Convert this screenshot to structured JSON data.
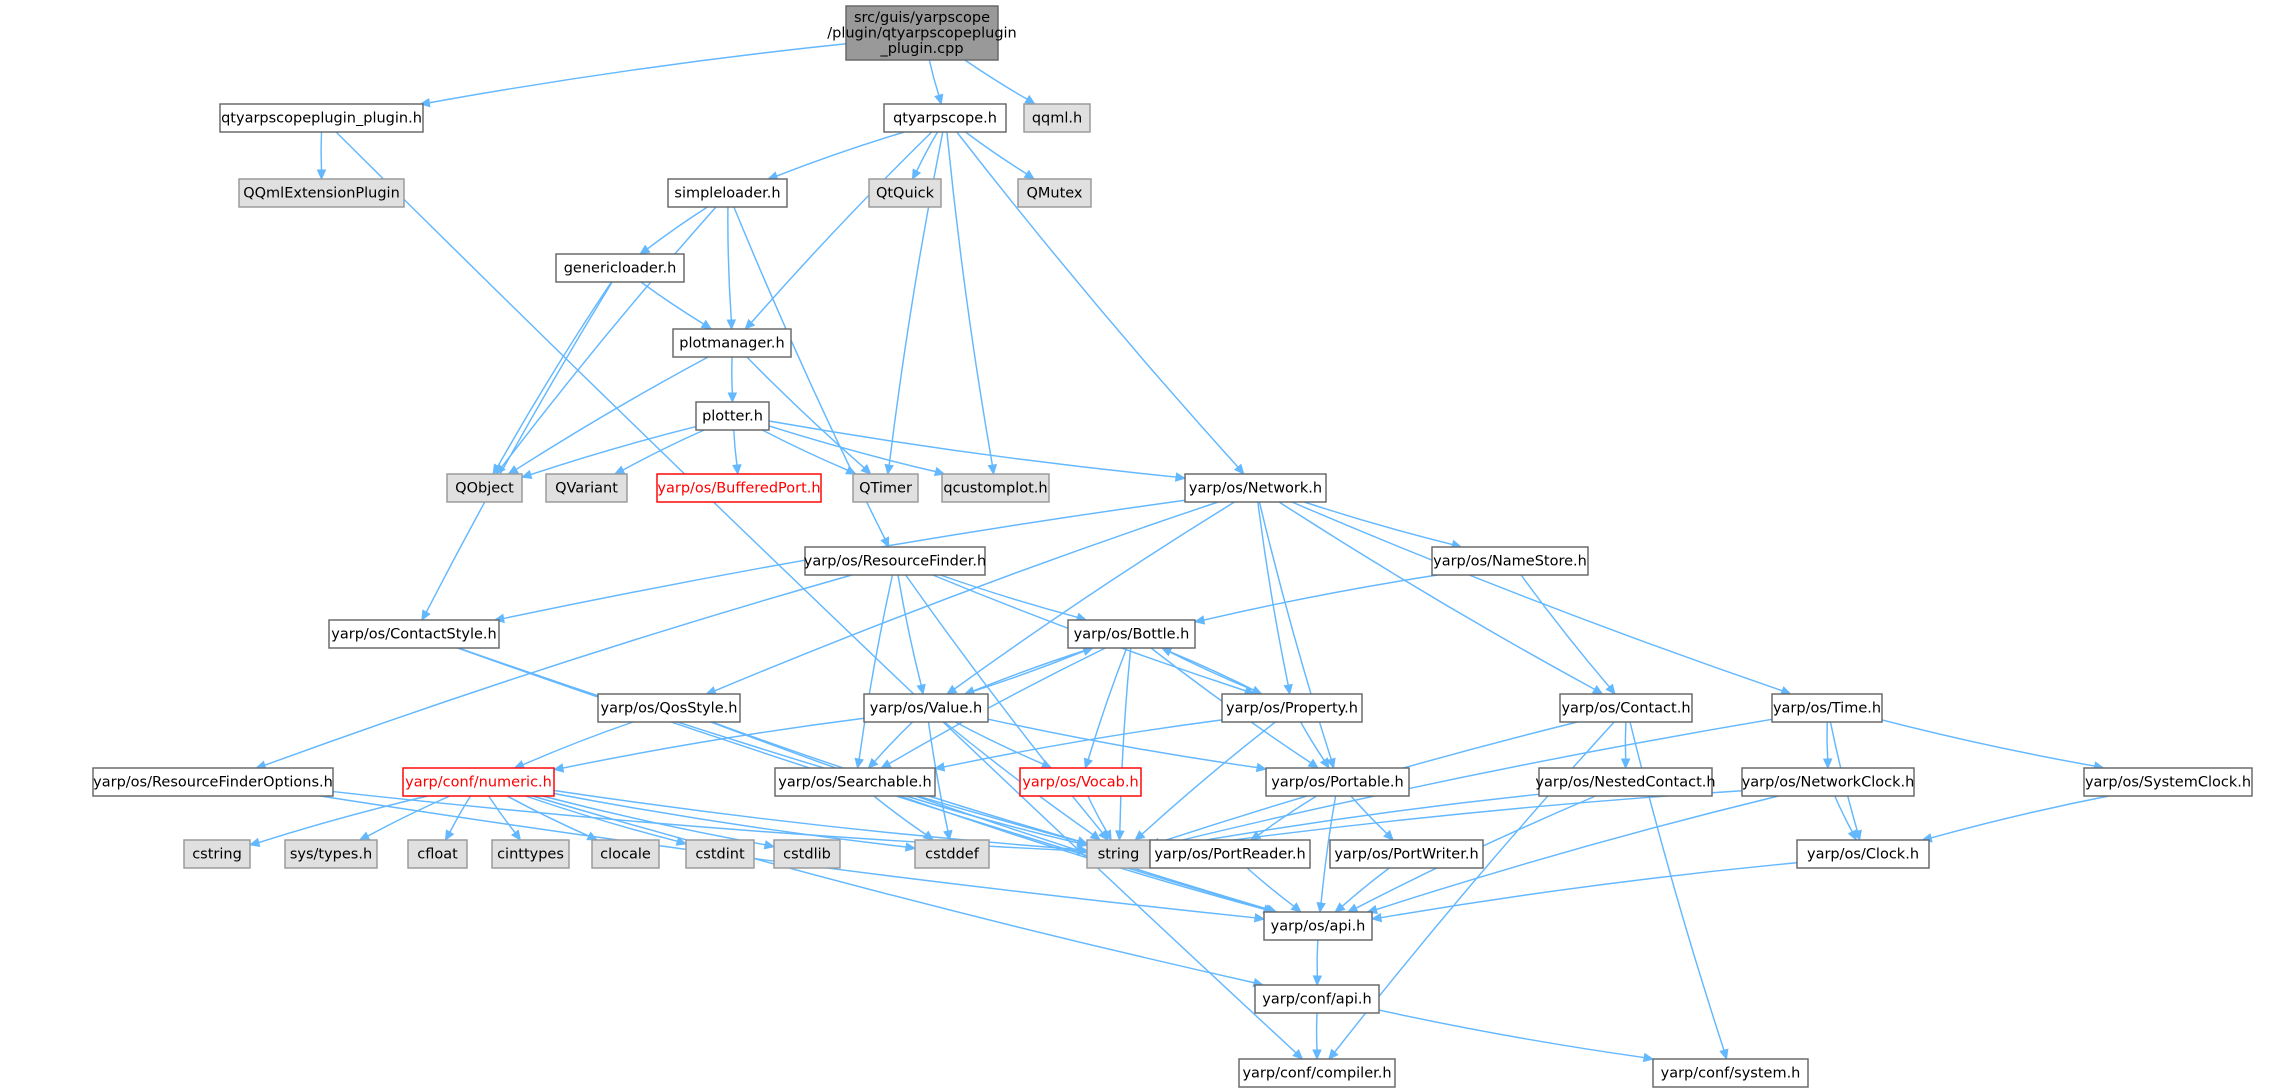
{
  "colors": {
    "edge": "#63b8ff",
    "root_fill": "#999999",
    "external_fill": "#e0e0e0",
    "missing_border": "#ff0000"
  },
  "nodes": [
    {
      "id": "root",
      "kind": "root",
      "lines": [
        "src/guis/yarpscope",
        "/plugin/qtyarpscopeplugin",
        "_plugin.cpp"
      ]
    },
    {
      "id": "qtyarpscopeplugin_plugin_h",
      "kind": "normal",
      "lines": [
        "qtyarpscopeplugin_plugin.h"
      ]
    },
    {
      "id": "qtyarpscope_h",
      "kind": "normal",
      "lines": [
        "qtyarpscope.h"
      ]
    },
    {
      "id": "qqml_h",
      "kind": "ext",
      "lines": [
        "qqml.h"
      ]
    },
    {
      "id": "QQmlExtensionPlugin",
      "kind": "ext",
      "lines": [
        "QQmlExtensionPlugin"
      ]
    },
    {
      "id": "simpleloader_h",
      "kind": "normal",
      "lines": [
        "simpleloader.h"
      ]
    },
    {
      "id": "QtQuick",
      "kind": "ext",
      "lines": [
        "QtQuick"
      ]
    },
    {
      "id": "QMutex",
      "kind": "ext",
      "lines": [
        "QMutex"
      ]
    },
    {
      "id": "genericloader_h",
      "kind": "normal",
      "lines": [
        "genericloader.h"
      ]
    },
    {
      "id": "plotmanager_h",
      "kind": "normal",
      "lines": [
        "plotmanager.h"
      ]
    },
    {
      "id": "plotter_h",
      "kind": "normal",
      "lines": [
        "plotter.h"
      ]
    },
    {
      "id": "QObject",
      "kind": "ext",
      "lines": [
        "QObject"
      ]
    },
    {
      "id": "QVariant",
      "kind": "ext",
      "lines": [
        "QVariant"
      ]
    },
    {
      "id": "BufferedPort_h",
      "kind": "red",
      "lines": [
        "yarp/os/BufferedPort.h"
      ]
    },
    {
      "id": "QTimer",
      "kind": "ext",
      "lines": [
        "QTimer"
      ]
    },
    {
      "id": "qcustomplot_h",
      "kind": "ext",
      "lines": [
        "qcustomplot.h"
      ]
    },
    {
      "id": "Network_h",
      "kind": "normal",
      "lines": [
        "yarp/os/Network.h"
      ]
    },
    {
      "id": "ResourceFinder_h",
      "kind": "normal",
      "lines": [
        "yarp/os/ResourceFinder.h"
      ]
    },
    {
      "id": "NameStore_h",
      "kind": "normal",
      "lines": [
        "yarp/os/NameStore.h"
      ]
    },
    {
      "id": "ContactStyle_h",
      "kind": "normal",
      "lines": [
        "yarp/os/ContactStyle.h"
      ]
    },
    {
      "id": "Bottle_h",
      "kind": "normal",
      "lines": [
        "yarp/os/Bottle.h"
      ]
    },
    {
      "id": "QosStyle_h",
      "kind": "normal",
      "lines": [
        "yarp/os/QosStyle.h"
      ]
    },
    {
      "id": "Value_h",
      "kind": "normal",
      "lines": [
        "yarp/os/Value.h"
      ]
    },
    {
      "id": "Property_h",
      "kind": "normal",
      "lines": [
        "yarp/os/Property.h"
      ]
    },
    {
      "id": "Contact_h",
      "kind": "normal",
      "lines": [
        "yarp/os/Contact.h"
      ]
    },
    {
      "id": "Time_h",
      "kind": "normal",
      "lines": [
        "yarp/os/Time.h"
      ]
    },
    {
      "id": "ResourceFinderOptions_h",
      "kind": "normal",
      "lines": [
        "yarp/os/ResourceFinderOptions.h"
      ]
    },
    {
      "id": "numeric_h",
      "kind": "red",
      "lines": [
        "yarp/conf/numeric.h"
      ]
    },
    {
      "id": "Searchable_h",
      "kind": "normal",
      "lines": [
        "yarp/os/Searchable.h"
      ]
    },
    {
      "id": "Vocab_h",
      "kind": "red",
      "lines": [
        "yarp/os/Vocab.h"
      ]
    },
    {
      "id": "Portable_h",
      "kind": "normal",
      "lines": [
        "yarp/os/Portable.h"
      ]
    },
    {
      "id": "NestedContact_h",
      "kind": "normal",
      "lines": [
        "yarp/os/NestedContact.h"
      ]
    },
    {
      "id": "NetworkClock_h",
      "kind": "normal",
      "lines": [
        "yarp/os/NetworkClock.h"
      ]
    },
    {
      "id": "SystemClock_h",
      "kind": "normal",
      "lines": [
        "yarp/os/SystemClock.h"
      ]
    },
    {
      "id": "cstring",
      "kind": "ext",
      "lines": [
        "cstring"
      ]
    },
    {
      "id": "sys_types_h",
      "kind": "ext",
      "lines": [
        "sys/types.h"
      ]
    },
    {
      "id": "cfloat",
      "kind": "ext",
      "lines": [
        "cfloat"
      ]
    },
    {
      "id": "cinttypes",
      "kind": "ext",
      "lines": [
        "cinttypes"
      ]
    },
    {
      "id": "clocale",
      "kind": "ext",
      "lines": [
        "clocale"
      ]
    },
    {
      "id": "cstdint",
      "kind": "ext",
      "lines": [
        "cstdint"
      ]
    },
    {
      "id": "cstdlib",
      "kind": "ext",
      "lines": [
        "cstdlib"
      ]
    },
    {
      "id": "cstddef",
      "kind": "ext",
      "lines": [
        "cstddef"
      ]
    },
    {
      "id": "string",
      "kind": "ext",
      "lines": [
        "string"
      ]
    },
    {
      "id": "PortReader_h",
      "kind": "normal",
      "lines": [
        "yarp/os/PortReader.h"
      ]
    },
    {
      "id": "PortWriter_h",
      "kind": "normal",
      "lines": [
        "yarp/os/PortWriter.h"
      ]
    },
    {
      "id": "Clock_h",
      "kind": "normal",
      "lines": [
        "yarp/os/Clock.h"
      ]
    },
    {
      "id": "os_api_h",
      "kind": "normal",
      "lines": [
        "yarp/os/api.h"
      ]
    },
    {
      "id": "conf_api_h",
      "kind": "normal",
      "lines": [
        "yarp/conf/api.h"
      ]
    },
    {
      "id": "compiler_h",
      "kind": "normal",
      "lines": [
        "yarp/conf/compiler.h"
      ]
    },
    {
      "id": "system_h",
      "kind": "normal",
      "lines": [
        "yarp/conf/system.h"
      ]
    }
  ],
  "edges": [
    [
      "root",
      "qtyarpscopeplugin_plugin_h"
    ],
    [
      "root",
      "qtyarpscope_h"
    ],
    [
      "root",
      "qqml_h"
    ],
    [
      "qtyarpscopeplugin_plugin_h",
      "QQmlExtensionPlugin"
    ],
    [
      "qtyarpscopeplugin_plugin_h",
      "compiler_h"
    ],
    [
      "qtyarpscope_h",
      "simpleloader_h"
    ],
    [
      "qtyarpscope_h",
      "QtQuick"
    ],
    [
      "qtyarpscope_h",
      "QMutex"
    ],
    [
      "qtyarpscope_h",
      "plotmanager_h"
    ],
    [
      "qtyarpscope_h",
      "QTimer"
    ],
    [
      "qtyarpscope_h",
      "qcustomplot_h"
    ],
    [
      "qtyarpscope_h",
      "Network_h"
    ],
    [
      "simpleloader_h",
      "genericloader_h"
    ],
    [
      "simpleloader_h",
      "plotmanager_h"
    ],
    [
      "simpleloader_h",
      "QObject"
    ],
    [
      "simpleloader_h",
      "ResourceFinder_h"
    ],
    [
      "genericloader_h",
      "plotmanager_h"
    ],
    [
      "genericloader_h",
      "QObject"
    ],
    [
      "genericloader_h",
      "ContactStyle_h"
    ],
    [
      "plotmanager_h",
      "plotter_h"
    ],
    [
      "plotmanager_h",
      "QObject"
    ],
    [
      "plotmanager_h",
      "QTimer"
    ],
    [
      "plotter_h",
      "QObject"
    ],
    [
      "plotter_h",
      "QVariant"
    ],
    [
      "plotter_h",
      "BufferedPort_h"
    ],
    [
      "plotter_h",
      "QTimer"
    ],
    [
      "plotter_h",
      "qcustomplot_h"
    ],
    [
      "plotter_h",
      "Network_h"
    ],
    [
      "Network_h",
      "ContactStyle_h"
    ],
    [
      "Network_h",
      "QosStyle_h"
    ],
    [
      "Network_h",
      "Value_h"
    ],
    [
      "Network_h",
      "Property_h"
    ],
    [
      "Network_h",
      "Portable_h"
    ],
    [
      "Network_h",
      "NameStore_h"
    ],
    [
      "Network_h",
      "Contact_h"
    ],
    [
      "Network_h",
      "Time_h"
    ],
    [
      "ResourceFinder_h",
      "ResourceFinderOptions_h"
    ],
    [
      "ResourceFinder_h",
      "Bottle_h"
    ],
    [
      "ResourceFinder_h",
      "Value_h"
    ],
    [
      "ResourceFinder_h",
      "Searchable_h"
    ],
    [
      "ResourceFinder_h",
      "Property_h"
    ],
    [
      "ResourceFinder_h",
      "string"
    ],
    [
      "NameStore_h",
      "Bottle_h"
    ],
    [
      "NameStore_h",
      "Contact_h"
    ],
    [
      "ContactStyle_h",
      "os_api_h"
    ],
    [
      "ContactStyle_h",
      "string"
    ],
    [
      "Bottle_h",
      "Value_h"
    ],
    [
      "Bottle_h",
      "Property_h"
    ],
    [
      "Bottle_h",
      "Searchable_h"
    ],
    [
      "Bottle_h",
      "Vocab_h"
    ],
    [
      "Bottle_h",
      "Portable_h"
    ],
    [
      "Bottle_h",
      "string"
    ],
    [
      "Value_h",
      "Bottle_h"
    ],
    [
      "Value_h",
      "numeric_h"
    ],
    [
      "Value_h",
      "Searchable_h"
    ],
    [
      "Value_h",
      "Vocab_h"
    ],
    [
      "Value_h",
      "Portable_h"
    ],
    [
      "Value_h",
      "string"
    ],
    [
      "Value_h",
      "cstddef"
    ],
    [
      "Property_h",
      "Bottle_h"
    ],
    [
      "Property_h",
      "Searchable_h"
    ],
    [
      "Property_h",
      "Portable_h"
    ],
    [
      "Property_h",
      "string"
    ],
    [
      "QosStyle_h",
      "numeric_h"
    ],
    [
      "QosStyle_h",
      "os_api_h"
    ],
    [
      "QosStyle_h",
      "string"
    ],
    [
      "ResourceFinderOptions_h",
      "os_api_h"
    ],
    [
      "ResourceFinderOptions_h",
      "string"
    ],
    [
      "numeric_h",
      "cstring"
    ],
    [
      "numeric_h",
      "sys_types_h"
    ],
    [
      "numeric_h",
      "cfloat"
    ],
    [
      "numeric_h",
      "cinttypes"
    ],
    [
      "numeric_h",
      "clocale"
    ],
    [
      "numeric_h",
      "cstdint"
    ],
    [
      "numeric_h",
      "cstdlib"
    ],
    [
      "numeric_h",
      "cstddef"
    ],
    [
      "numeric_h",
      "string"
    ],
    [
      "numeric_h",
      "conf_api_h"
    ],
    [
      "Searchable_h",
      "os_api_h"
    ],
    [
      "Searchable_h",
      "string"
    ],
    [
      "Searchable_h",
      "cstddef"
    ],
    [
      "Vocab_h",
      "string"
    ],
    [
      "Portable_h",
      "PortReader_h"
    ],
    [
      "Portable_h",
      "PortWriter_h"
    ],
    [
      "Portable_h",
      "os_api_h"
    ],
    [
      "Contact_h",
      "NestedContact_h"
    ],
    [
      "Contact_h",
      "string"
    ],
    [
      "Contact_h",
      "compiler_h"
    ],
    [
      "Contact_h",
      "system_h"
    ],
    [
      "NestedContact_h",
      "os_api_h"
    ],
    [
      "NestedContact_h",
      "string"
    ],
    [
      "Time_h",
      "NetworkClock_h"
    ],
    [
      "Time_h",
      "SystemClock_h"
    ],
    [
      "Time_h",
      "Clock_h"
    ],
    [
      "Time_h",
      "string"
    ],
    [
      "NetworkClock_h",
      "Clock_h"
    ],
    [
      "NetworkClock_h",
      "os_api_h"
    ],
    [
      "NetworkClock_h",
      "string"
    ],
    [
      "SystemClock_h",
      "Clock_h"
    ],
    [
      "Clock_h",
      "os_api_h"
    ],
    [
      "PortReader_h",
      "os_api_h"
    ],
    [
      "PortWriter_h",
      "os_api_h"
    ],
    [
      "os_api_h",
      "conf_api_h"
    ],
    [
      "conf_api_h",
      "compiler_h"
    ],
    [
      "conf_api_h",
      "system_h"
    ]
  ]
}
